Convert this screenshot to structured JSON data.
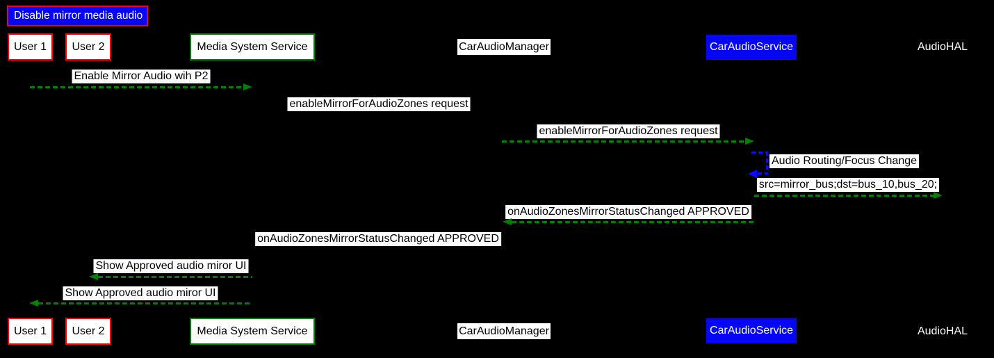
{
  "diagram": {
    "title": "Disable mirror media audio",
    "participants": [
      {
        "name": "User 1",
        "style": "red-box"
      },
      {
        "name": "User 2",
        "style": "red-box"
      },
      {
        "name": "Media System Service",
        "style": "green-box"
      },
      {
        "name": "CarAudioManager",
        "style": "white-label"
      },
      {
        "name": "CarAudioService",
        "style": "blue-box"
      },
      {
        "name": "AudioHAL",
        "style": "text-only"
      }
    ],
    "messages": [
      {
        "label": "Enable Mirror Audio wih P2",
        "from": "User 1",
        "to": "Media System Service",
        "direction": "right",
        "arrow": "green-dashed"
      },
      {
        "label": "enableMirrorForAudioZones request",
        "from": "Media System Service",
        "to": "CarAudioManager",
        "direction": "right",
        "arrow": "hidden"
      },
      {
        "label": "enableMirrorForAudioZones request",
        "from": "CarAudioManager",
        "to": "CarAudioService",
        "direction": "right",
        "arrow": "green-dashed"
      },
      {
        "label": "Audio Routing/Focus Change",
        "from": "CarAudioService",
        "to": "CarAudioService",
        "direction": "self",
        "arrow": "blue-dashed"
      },
      {
        "label": "src=mirror_bus;dst=bus_10,bus_20;",
        "from": "CarAudioService",
        "to": "AudioHAL",
        "direction": "right",
        "arrow": "green-dashed"
      },
      {
        "label": "onAudioZonesMirrorStatusChanged APPROVED",
        "from": "CarAudioService",
        "to": "CarAudioManager",
        "direction": "left",
        "arrow": "green-dashed"
      },
      {
        "label": "onAudioZonesMirrorStatusChanged APPROVED",
        "from": "CarAudioManager",
        "to": "Media System Service",
        "direction": "left",
        "arrow": "hidden"
      },
      {
        "label": "Show Approved audio miror UI",
        "from": "Media System Service",
        "to": "User 2",
        "direction": "left",
        "arrow": "green-dashed"
      },
      {
        "label": "Show Approved audio miror UI",
        "from": "Media System Service",
        "to": "User 1",
        "direction": "left",
        "arrow": "green-dashed"
      }
    ],
    "colors": {
      "background": "#000000",
      "arrow_green": "#008000",
      "arrow_blue": "#0a0aff",
      "red_border": "#ff0000",
      "green_border": "#008000",
      "blue_fill": "#0606f5",
      "label_bg": "#ffffff",
      "label_text": "#000000"
    }
  }
}
